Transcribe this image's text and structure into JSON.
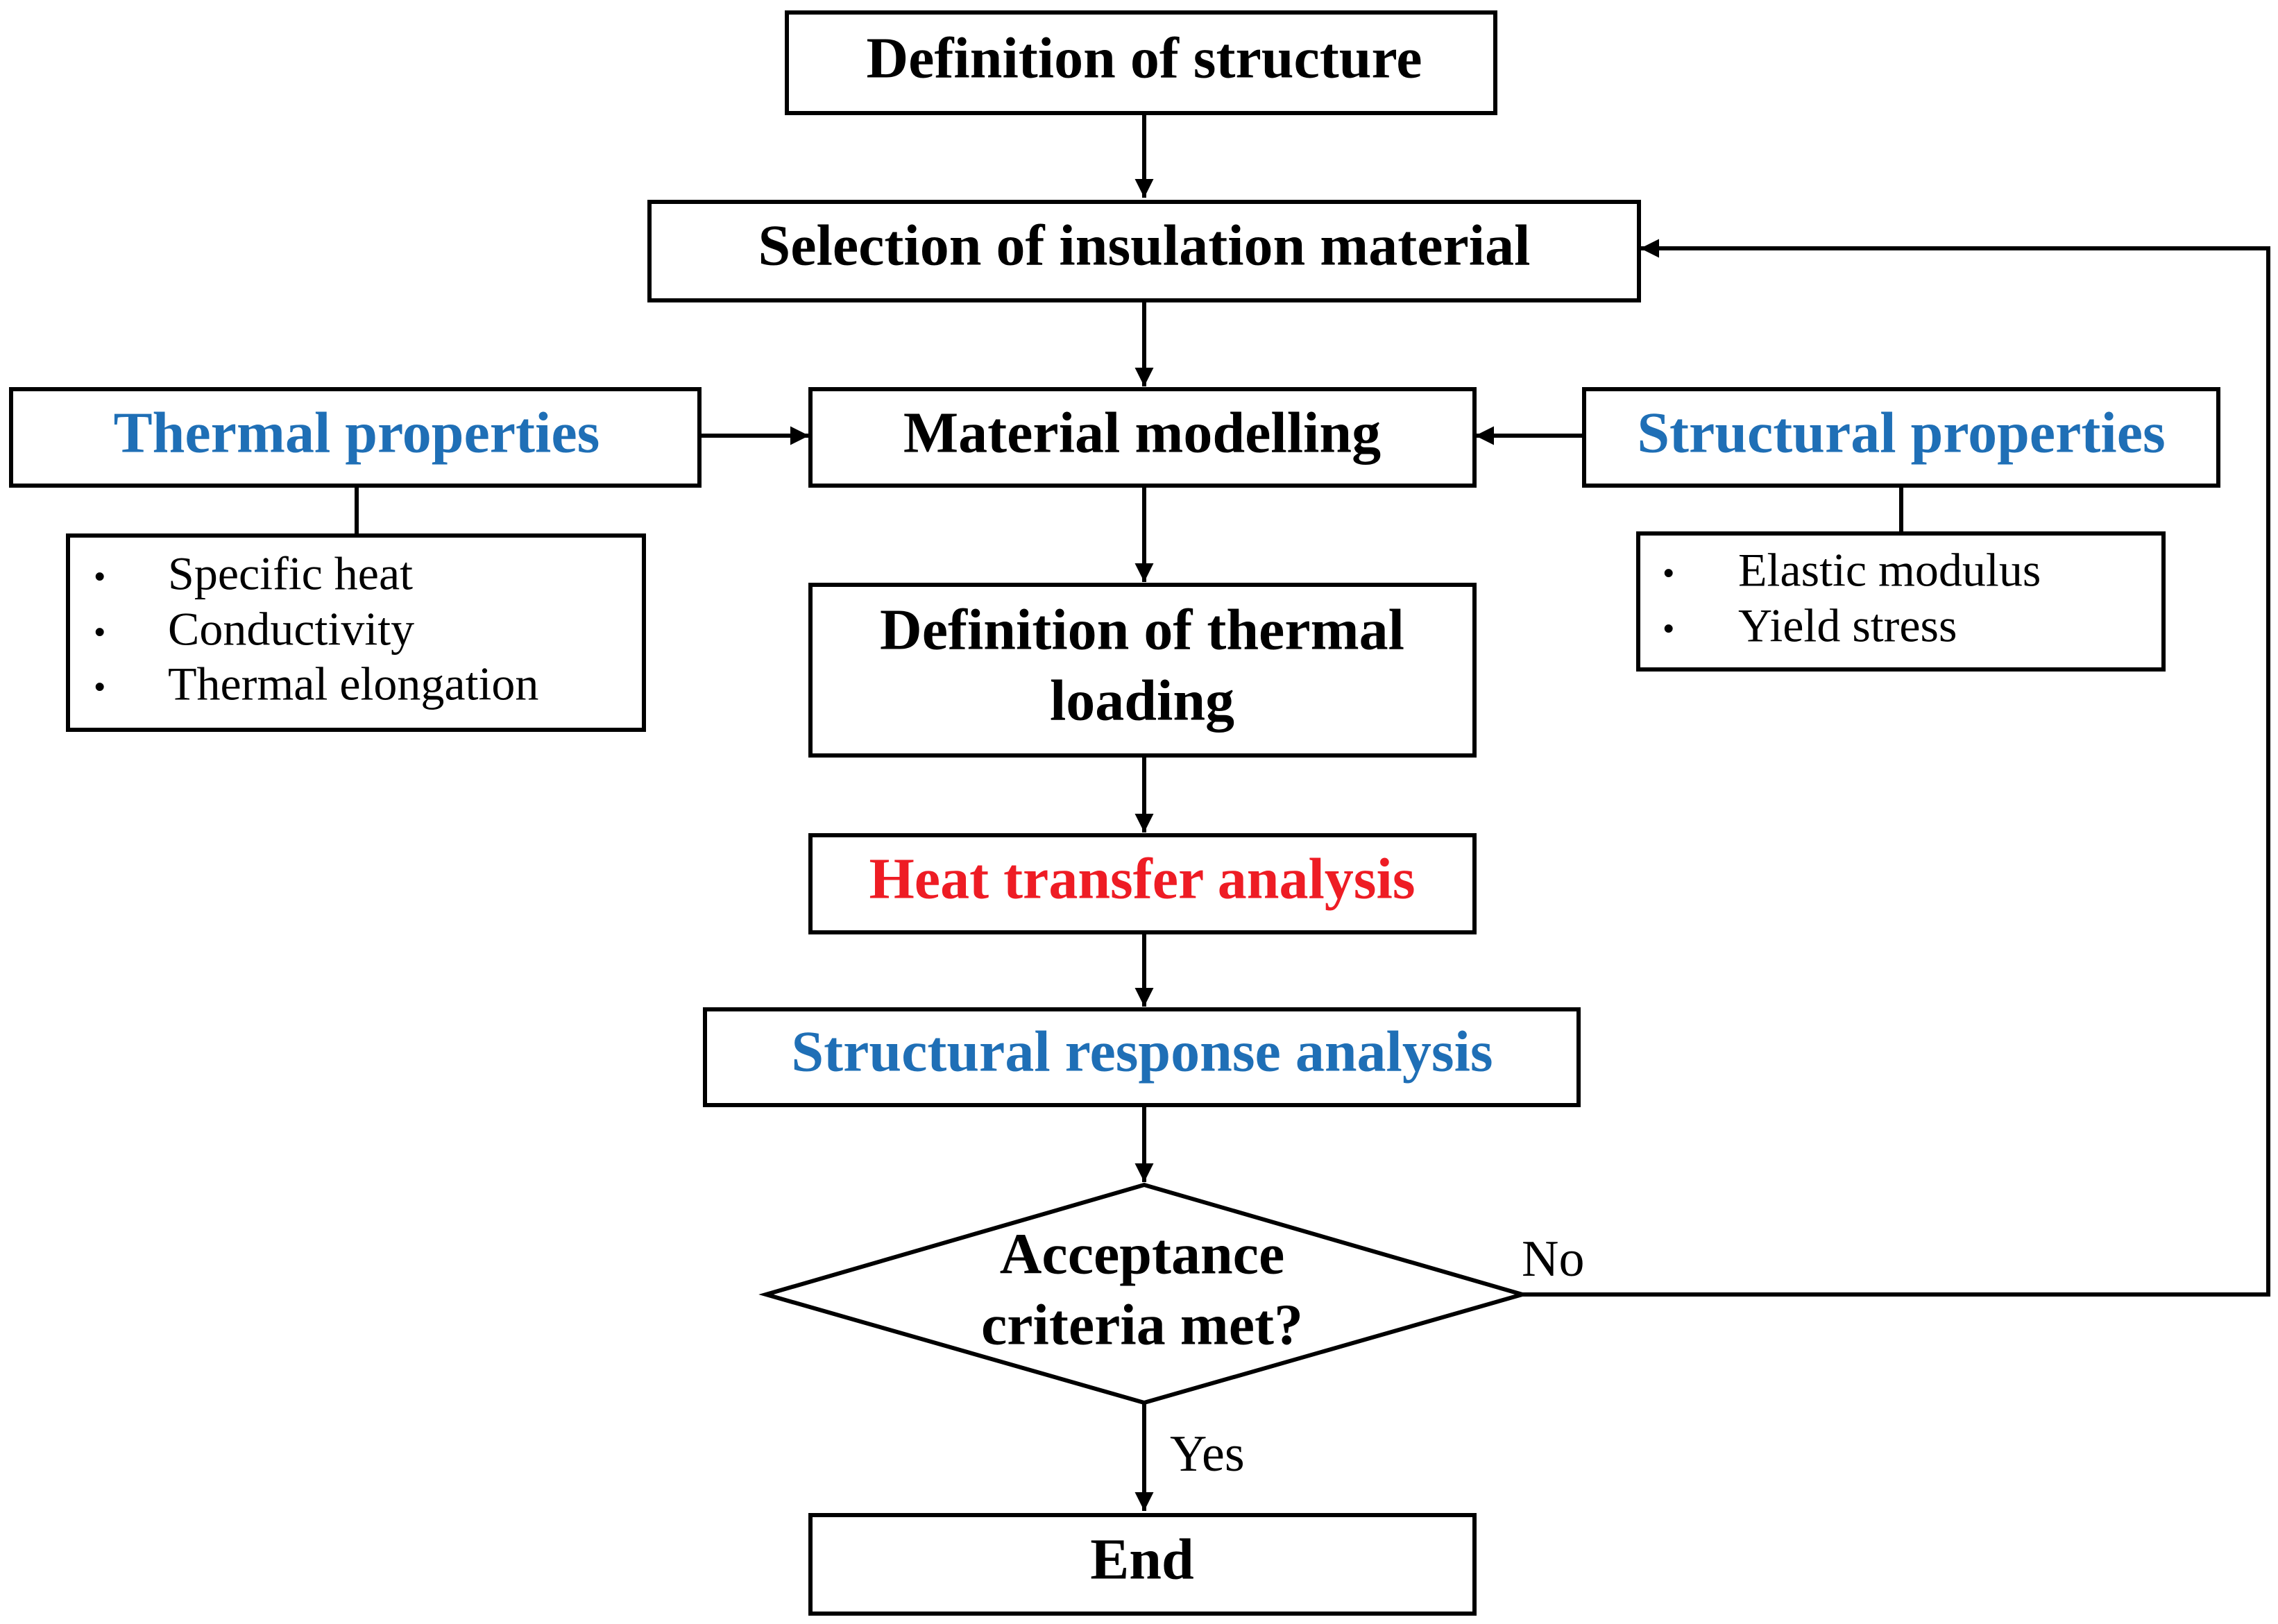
{
  "colors": {
    "text_default": "#000000",
    "text_blue": "#1f6fb6",
    "text_red": "#ee1c24",
    "stroke": "#000000"
  },
  "nodes": {
    "definition_of_structure": "Definition of structure",
    "selection_of_insulation_material": "Selection of insulation material",
    "thermal_properties": "Thermal properties",
    "material_modelling": "Material modelling",
    "structural_properties": "Structural properties",
    "definition_of_thermal_loading": [
      "Definition of thermal",
      "loading"
    ],
    "heat_transfer_analysis": "Heat transfer analysis",
    "structural_response_analysis": "Structural response analysis",
    "acceptance_criteria": [
      "Acceptance",
      "criteria met?"
    ],
    "end": "End"
  },
  "lists": {
    "thermal_properties_items": [
      "Specific heat",
      "Conductivity",
      "Thermal elongation"
    ],
    "structural_properties_items": [
      "Elastic modulus",
      "Yield stress"
    ]
  },
  "bullet_symbol": "•",
  "edge_labels": {
    "no": "No",
    "yes": "Yes"
  }
}
